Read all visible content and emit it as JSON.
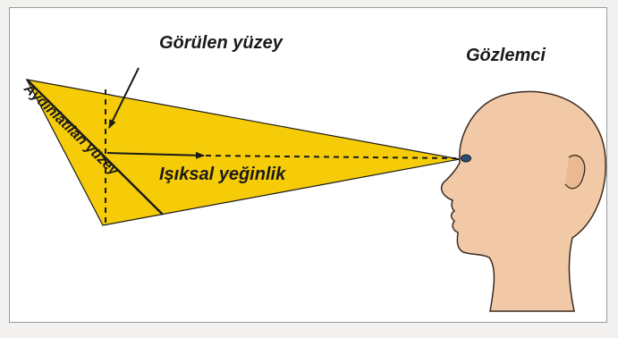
{
  "labels": {
    "visible_surface": "Görülen yüzey",
    "observer": "Gözlemci",
    "illuminated_surface": "Aydınlatılan yüzey",
    "luminous_intensity": "Işıksal yeğinlik"
  },
  "colors": {
    "cone_fill": "#f6cc08",
    "outline": "#1a1a1a",
    "skin": "#f2c9a6",
    "skin_outline": "#3a2a20",
    "eye": "#2a5078",
    "frame_border": "#9a9a9a"
  }
}
